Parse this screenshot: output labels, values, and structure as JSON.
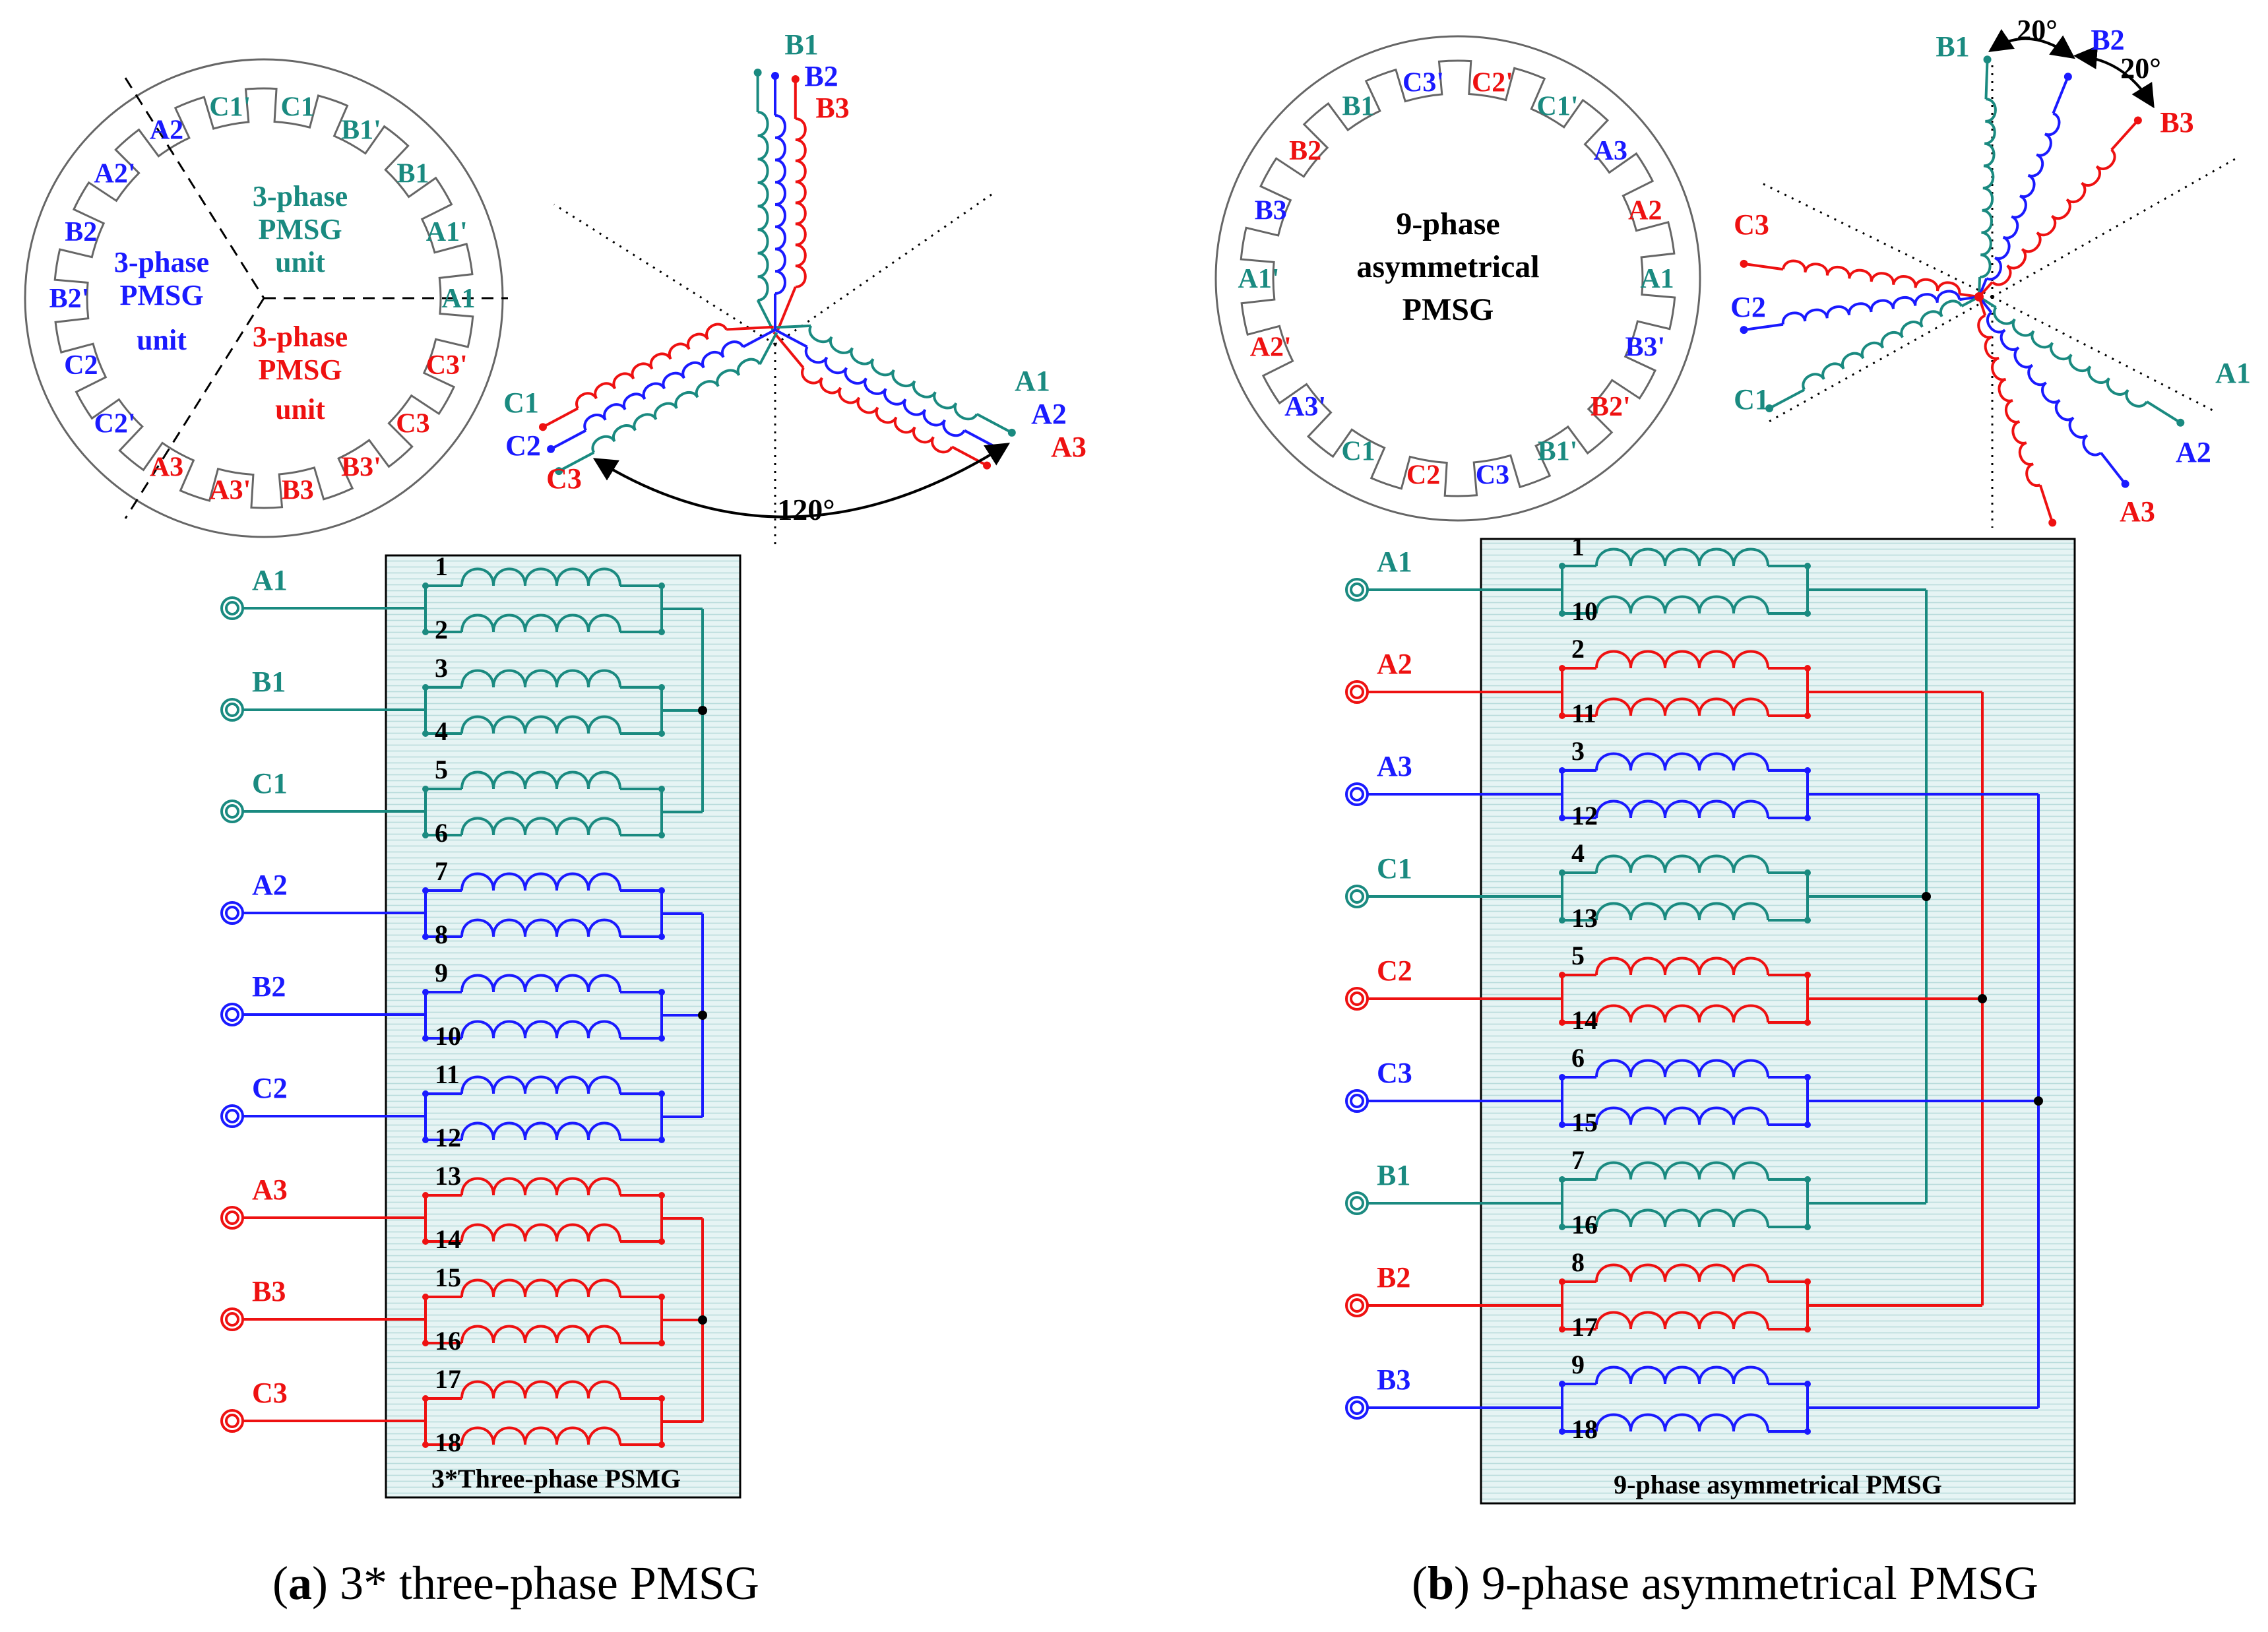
{
  "colors": {
    "teal": "#1a8a80",
    "blue": "#1a1aff",
    "red": "#ee1111",
    "box_fill": "#e4f3f3",
    "black": "#000000"
  },
  "panel_a": {
    "caption_letter": "a",
    "caption_text": "3* three-phase PMSG",
    "stator": {
      "sector_teal": [
        "3-phase",
        "PMSG",
        "unit"
      ],
      "sector_blue": [
        "3-phase",
        "PMSG",
        "unit"
      ],
      "sector_red": [
        "3-phase",
        "PMSG",
        "unit"
      ],
      "slot_labels": [
        {
          "text": "C1",
          "phase": "teal"
        },
        {
          "text": "B1'",
          "phase": "teal"
        },
        {
          "text": "B1",
          "phase": "teal"
        },
        {
          "text": "A1'",
          "phase": "teal"
        },
        {
          "text": "A1",
          "phase": "teal"
        },
        {
          "text": "C3'",
          "phase": "red"
        },
        {
          "text": "C3",
          "phase": "red"
        },
        {
          "text": "B3'",
          "phase": "red"
        },
        {
          "text": "B3",
          "phase": "red"
        },
        {
          "text": "A3'",
          "phase": "red"
        },
        {
          "text": "A3",
          "phase": "red"
        },
        {
          "text": "C2'",
          "phase": "blue"
        },
        {
          "text": "C2",
          "phase": "blue"
        },
        {
          "text": "B2'",
          "phase": "blue"
        },
        {
          "text": "B2",
          "phase": "blue"
        },
        {
          "text": "A2'",
          "phase": "blue"
        },
        {
          "text": "A2",
          "phase": "blue"
        },
        {
          "text": "C1'",
          "phase": "teal"
        }
      ]
    },
    "phasor": {
      "angle_label": "120°",
      "labels": [
        {
          "text": "B1",
          "phase": "teal"
        },
        {
          "text": "B2",
          "phase": "blue"
        },
        {
          "text": "B3",
          "phase": "red"
        },
        {
          "text": "A1",
          "phase": "teal"
        },
        {
          "text": "A2",
          "phase": "blue"
        },
        {
          "text": "A3",
          "phase": "red"
        },
        {
          "text": "C1",
          "phase": "teal"
        },
        {
          "text": "C2",
          "phase": "blue"
        },
        {
          "text": "C3",
          "phase": "red"
        }
      ]
    },
    "box_title": "3*Three-phase PSMG",
    "terminals": [
      {
        "name": "A1",
        "phase": "teal",
        "coils": [
          "1",
          "2"
        ]
      },
      {
        "name": "B1",
        "phase": "teal",
        "coils": [
          "3",
          "4"
        ]
      },
      {
        "name": "C1",
        "phase": "teal",
        "coils": [
          "5",
          "6"
        ]
      },
      {
        "name": "A2",
        "phase": "blue",
        "coils": [
          "7",
          "8"
        ]
      },
      {
        "name": "B2",
        "phase": "blue",
        "coils": [
          "9",
          "10"
        ]
      },
      {
        "name": "C2",
        "phase": "blue",
        "coils": [
          "11",
          "12"
        ]
      },
      {
        "name": "A3",
        "phase": "red",
        "coils": [
          "13",
          "14"
        ]
      },
      {
        "name": "B3",
        "phase": "red",
        "coils": [
          "15",
          "16"
        ]
      },
      {
        "name": "C3",
        "phase": "red",
        "coils": [
          "17",
          "18"
        ]
      }
    ]
  },
  "panel_b": {
    "caption_letter": "b",
    "caption_text": "9-phase asymmetrical PMSG",
    "stator": {
      "center": [
        "9-phase",
        "asymmetrical",
        "PMSG"
      ],
      "slot_labels": [
        {
          "text": "C2'",
          "phase": "red"
        },
        {
          "text": "C1'",
          "phase": "teal"
        },
        {
          "text": "A3",
          "phase": "blue"
        },
        {
          "text": "A2",
          "phase": "red"
        },
        {
          "text": "A1",
          "phase": "teal"
        },
        {
          "text": "B3'",
          "phase": "blue"
        },
        {
          "text": "B2'",
          "phase": "red"
        },
        {
          "text": "B1'",
          "phase": "teal"
        },
        {
          "text": "C3",
          "phase": "blue"
        },
        {
          "text": "C2",
          "phase": "red"
        },
        {
          "text": "C1",
          "phase": "teal"
        },
        {
          "text": "A3'",
          "phase": "blue"
        },
        {
          "text": "A2'",
          "phase": "red"
        },
        {
          "text": "A1'",
          "phase": "teal"
        },
        {
          "text": "B3",
          "phase": "blue"
        },
        {
          "text": "B2",
          "phase": "red"
        },
        {
          "text": "B1",
          "phase": "teal"
        },
        {
          "text": "C3'",
          "phase": "blue"
        }
      ]
    },
    "phasor": {
      "angle_label_1": "20°",
      "angle_label_2": "20°",
      "labels": [
        {
          "text": "B1",
          "phase": "teal"
        },
        {
          "text": "B2",
          "phase": "blue"
        },
        {
          "text": "B3",
          "phase": "red"
        },
        {
          "text": "C3",
          "phase": "red"
        },
        {
          "text": "C2",
          "phase": "blue"
        },
        {
          "text": "C1",
          "phase": "teal"
        },
        {
          "text": "A1",
          "phase": "teal"
        },
        {
          "text": "A2",
          "phase": "blue"
        },
        {
          "text": "A3",
          "phase": "red"
        }
      ]
    },
    "box_title": "9-phase asymmetrical PMSG",
    "terminals": [
      {
        "name": "A1",
        "phase": "teal",
        "coils": [
          "1",
          "10"
        ]
      },
      {
        "name": "A2",
        "phase": "red",
        "coils": [
          "2",
          "11"
        ]
      },
      {
        "name": "A3",
        "phase": "blue",
        "coils": [
          "3",
          "12"
        ]
      },
      {
        "name": "C1",
        "phase": "teal",
        "coils": [
          "4",
          "13"
        ]
      },
      {
        "name": "C2",
        "phase": "red",
        "coils": [
          "5",
          "14"
        ]
      },
      {
        "name": "C3",
        "phase": "blue",
        "coils": [
          "6",
          "15"
        ]
      },
      {
        "name": "B1",
        "phase": "teal",
        "coils": [
          "7",
          "16"
        ]
      },
      {
        "name": "B2",
        "phase": "red",
        "coils": [
          "8",
          "17"
        ]
      },
      {
        "name": "B3",
        "phase": "blue",
        "coils": [
          "9",
          "18"
        ]
      }
    ]
  }
}
